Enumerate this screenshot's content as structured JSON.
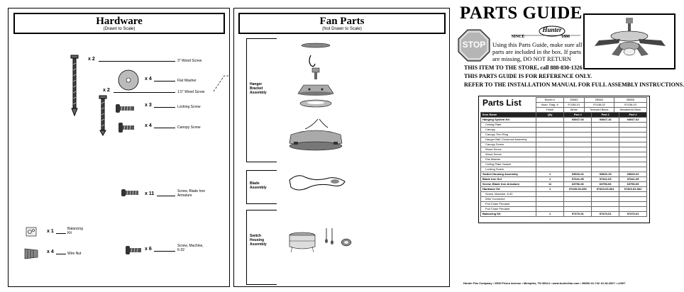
{
  "hardware": {
    "title": "Hardware",
    "subtitle": "(Drawn to Scale)",
    "items": [
      {
        "qty": "x 2",
        "label": "3\" Wood Screw"
      },
      {
        "qty": "x 4",
        "label": "Flat Washer"
      },
      {
        "qty": "x 2",
        "label": "1.5\" Wood Screw"
      },
      {
        "qty": "x 3",
        "label": "Locking Screw"
      },
      {
        "qty": "x 4",
        "label": "Canopy Screw"
      },
      {
        "qty": "x 11",
        "label": "Screw, Blade Iron Armature"
      },
      {
        "qty": "x 1",
        "label": "Balancing Kit"
      },
      {
        "qty": "x 4",
        "label": "Wire Nut"
      },
      {
        "qty": "x 6",
        "label": "Screw, Machine, 6-32"
      }
    ]
  },
  "fan_parts": {
    "title": "Fan Parts",
    "subtitle": "(Not Drawn to Scale)",
    "groups": [
      "Hanger Bracket Assembly",
      "Blade Assembly",
      "Switch Housing Assembly"
    ]
  },
  "guide": {
    "title": "PARTS GUIDE",
    "stop": "STOP",
    "logo": "Hunter",
    "since": "SINCE",
    "year": "1886",
    "intro": "Using this Parts Guide, make sure all parts are included in the box. If parts are missing, DO NOT RETURN",
    "intro_cont": "THIS ITEM TO THE STORE, call 888-830-1326 for assistance.",
    "note1": "THIS PARTS GUIDE IS FOR REFERENCE ONLY.",
    "note2": "REFER TO THE INSTALLATION MANUAL FOR FULL ASSEMBLY INSTRUCTIONS."
  },
  "parts_list": {
    "title": "Parts List",
    "header_rows": [
      [
        "Model #",
        "28563",
        "28564",
        "28565"
      ],
      [
        "Assn. Diag. #",
        "97436-01",
        "97438-02",
        "97436-03"
      ],
      [
        "Finish",
        "White",
        "Textured Black",
        "Weathered Brick"
      ]
    ],
    "columns": [
      "Item Name",
      "Qty",
      "Part #",
      "Part #",
      "Part #"
    ],
    "rows": [
      {
        "style": "bold",
        "cells": [
          "Hanging System Kit",
          "",
          "94947-03",
          "94947-16",
          "94947-02"
        ]
      },
      {
        "style": "sub",
        "cells": [
          "Ceiling Plate",
          "",
          "",
          "",
          ""
        ]
      },
      {
        "style": "sub",
        "cells": [
          "Canopy",
          "",
          "",
          "",
          ""
        ]
      },
      {
        "style": "sub",
        "cells": [
          "Canopy Trim Ring",
          "",
          "",
          "",
          ""
        ]
      },
      {
        "style": "sub",
        "cells": [
          "Hanger Ball / Downrod Assembly",
          "",
          "",
          "",
          ""
        ]
      },
      {
        "style": "sub",
        "cells": [
          "Canopy Screw",
          "",
          "",
          "",
          ""
        ]
      },
      {
        "style": "sub",
        "cells": [
          "Wood Screw",
          "",
          "",
          "",
          ""
        ]
      },
      {
        "style": "sub",
        "cells": [
          "Wood Screw",
          "",
          "",
          "",
          ""
        ]
      },
      {
        "style": "sub",
        "cells": [
          "Flat Washer",
          "",
          "",
          "",
          ""
        ]
      },
      {
        "style": "sub",
        "cells": [
          "Ceiling Plate Gasket",
          "",
          "",
          "",
          ""
        ]
      },
      {
        "style": "sub",
        "cells": [
          "Locking Screw",
          "",
          "",
          "",
          ""
        ]
      },
      {
        "style": "bold",
        "cells": [
          "Switch Housing Assembly",
          "1",
          "93526-02",
          "93526-15",
          "93526-02"
        ]
      },
      {
        "style": "bold",
        "cells": [
          "Blade Iron Set",
          "1",
          "97341-05",
          "97341-03",
          "97341-05"
        ]
      },
      {
        "style": "bold",
        "cells": [
          "Screw, Blade Iron Armature",
          "11",
          "63756-06",
          "63756-06",
          "63756-06"
        ]
      },
      {
        "style": "bold",
        "cells": [
          "Hardware Kit",
          "1",
          "97435-03-060",
          "97403-03-061",
          "97403-03-062"
        ]
      },
      {
        "style": "sub",
        "cells": [
          "Screw, Machine, 6-32",
          "",
          "",
          "",
          ""
        ]
      },
      {
        "style": "sub",
        "cells": [
          "Wire Connector",
          "",
          "",
          "",
          ""
        ]
      },
      {
        "style": "sub",
        "cells": [
          "Pull Chain Pendant",
          "",
          "",
          "",
          ""
        ]
      },
      {
        "style": "sub",
        "cells": [
          "Pull Chain Pendant",
          "",
          "",
          "",
          ""
        ]
      },
      {
        "style": "bold",
        "cells": [
          "Balancing Kit",
          "1",
          "97470-01",
          "97470-01",
          "97470-01"
        ]
      }
    ]
  },
  "footer": "Hunter Fan Company  •  2500 Frisco Avenue  •  Memphis, TN 38114  •  www.hunterfan.com  •  98000-01-742  10-18-2007  •  c2007",
  "colors": {
    "stop_red": "#b5b5b5",
    "ink": "#000000"
  }
}
